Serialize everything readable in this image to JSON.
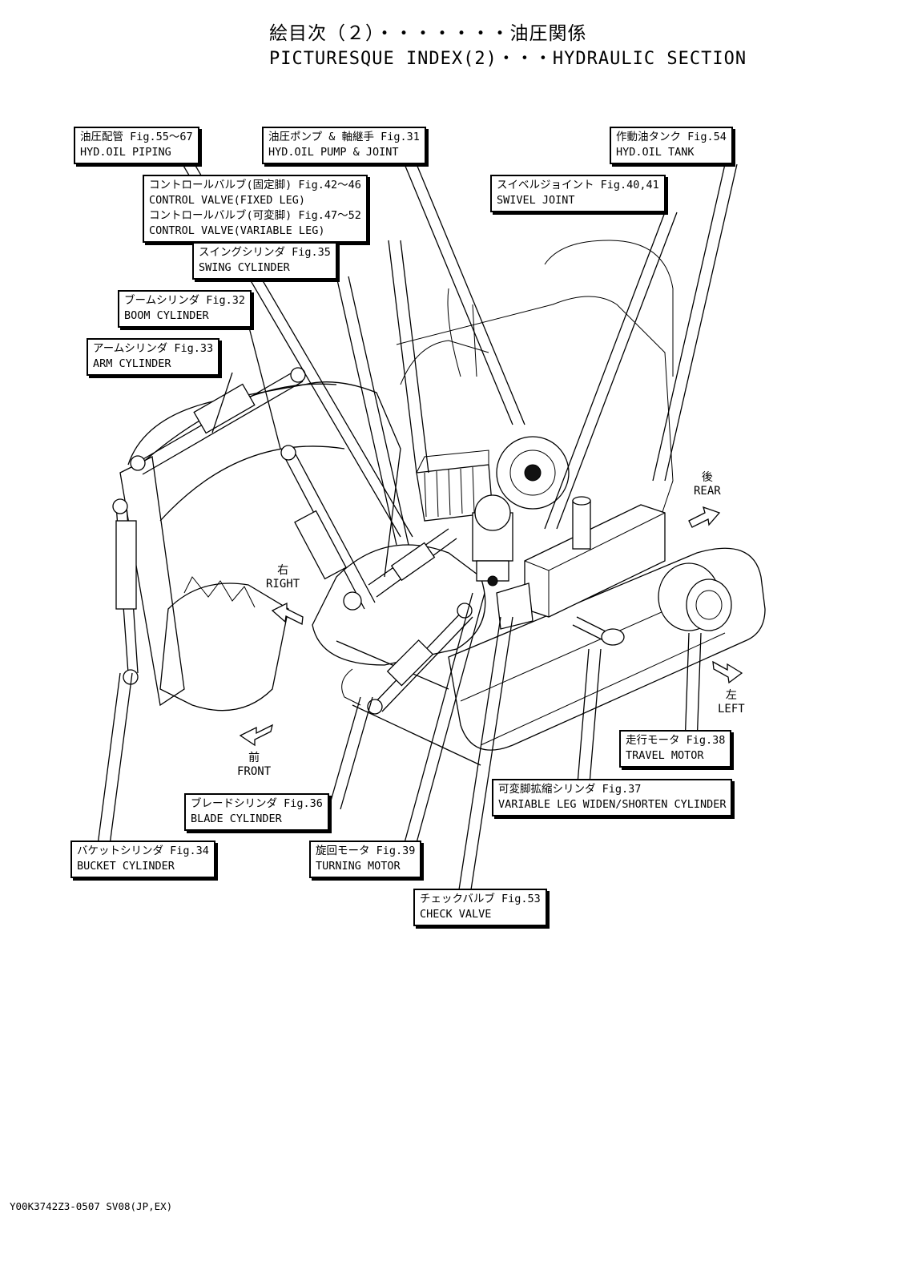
{
  "title": {
    "jp": "絵目次（２）・・・・・・・油圧関係",
    "en": "PICTURESQUE INDEX(2)・・・HYDRAULIC SECTION"
  },
  "labels": {
    "piping": {
      "jp": "油圧配管 Fig.55～67",
      "en": "HYD.OIL PIPING"
    },
    "pump": {
      "jp": "油圧ポンプ & 軸継手 Fig.31",
      "en": "HYD.OIL PUMP & JOINT"
    },
    "tank": {
      "jp": "作動油タンク Fig.54",
      "en": "HYD.OIL TANK"
    },
    "control_valve": {
      "line1": "コントロールバルブ(固定脚) Fig.42～46",
      "line2": "CONTROL VALVE(FIXED LEG)",
      "line3": "コントロールバルブ(可変脚) Fig.47～52",
      "line4": "CONTROL VALVE(VARIABLE LEG)"
    },
    "swivel": {
      "jp": "スイベルジョイント Fig.40,41",
      "en": "SWIVEL JOINT"
    },
    "swing": {
      "jp": "スイングシリンダ Fig.35",
      "en": "SWING CYLINDER"
    },
    "boom": {
      "jp": "ブームシリンダ Fig.32",
      "en": "BOOM CYLINDER"
    },
    "arm": {
      "jp": "アームシリンダ Fig.33",
      "en": "ARM CYLINDER"
    },
    "travel": {
      "jp": "走行モータ Fig.38",
      "en": "TRAVEL MOTOR"
    },
    "variable_leg": {
      "jp": "可変脚拡縮シリンダ Fig.37",
      "en": "VARIABLE LEG WIDEN/SHORTEN CYLINDER"
    },
    "blade": {
      "jp": "ブレードシリンダ Fig.36",
      "en": "BLADE CYLINDER"
    },
    "bucket": {
      "jp": "バケットシリンダ Fig.34",
      "en": "BUCKET CYLINDER"
    },
    "turning": {
      "jp": "旋回モータ Fig.39",
      "en": "TURNING MOTOR"
    },
    "check": {
      "jp": "チェックバルブ Fig.53",
      "en": "CHECK VALVE"
    }
  },
  "directions": {
    "rear": {
      "jp": "後",
      "en": "REAR"
    },
    "right": {
      "jp": "右",
      "en": "RIGHT"
    },
    "left": {
      "jp": "左",
      "en": "LEFT"
    },
    "front": {
      "jp": "前",
      "en": "FRONT"
    }
  },
  "footer": "Y00K3742Z3-0507 SV08(JP,EX)"
}
